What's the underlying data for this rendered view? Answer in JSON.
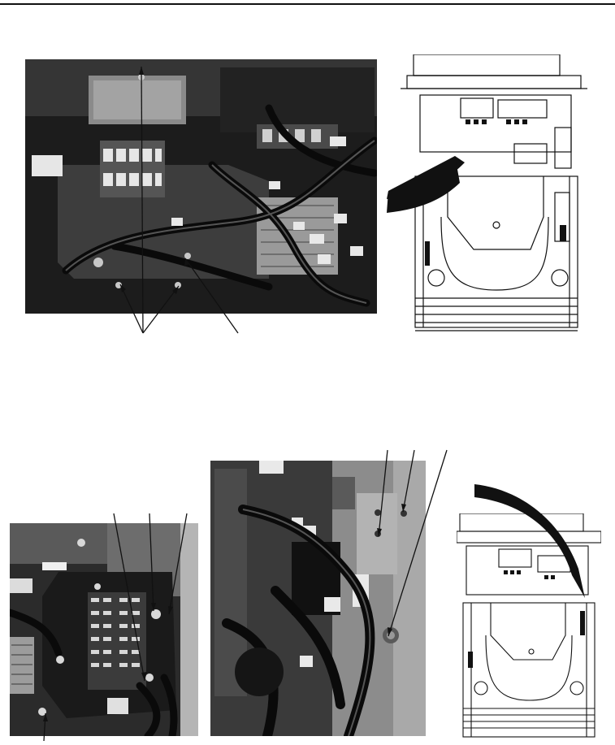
{
  "page": {
    "figures": [
      {
        "kind": "photo",
        "subject": "relay-and-fuse-panel"
      },
      {
        "kind": "line-drawing",
        "subject": "machine-top-view-rear-panel-location"
      },
      {
        "kind": "photo",
        "subject": "fuse-box-close-up"
      },
      {
        "kind": "photo",
        "subject": "harness-bracket-and-mounting"
      },
      {
        "kind": "line-drawing",
        "subject": "machine-top-view-side-location"
      }
    ],
    "colors": {
      "ink": "#111111",
      "photo_dark": "#2a2a2a",
      "paper": "#ffffff"
    }
  }
}
